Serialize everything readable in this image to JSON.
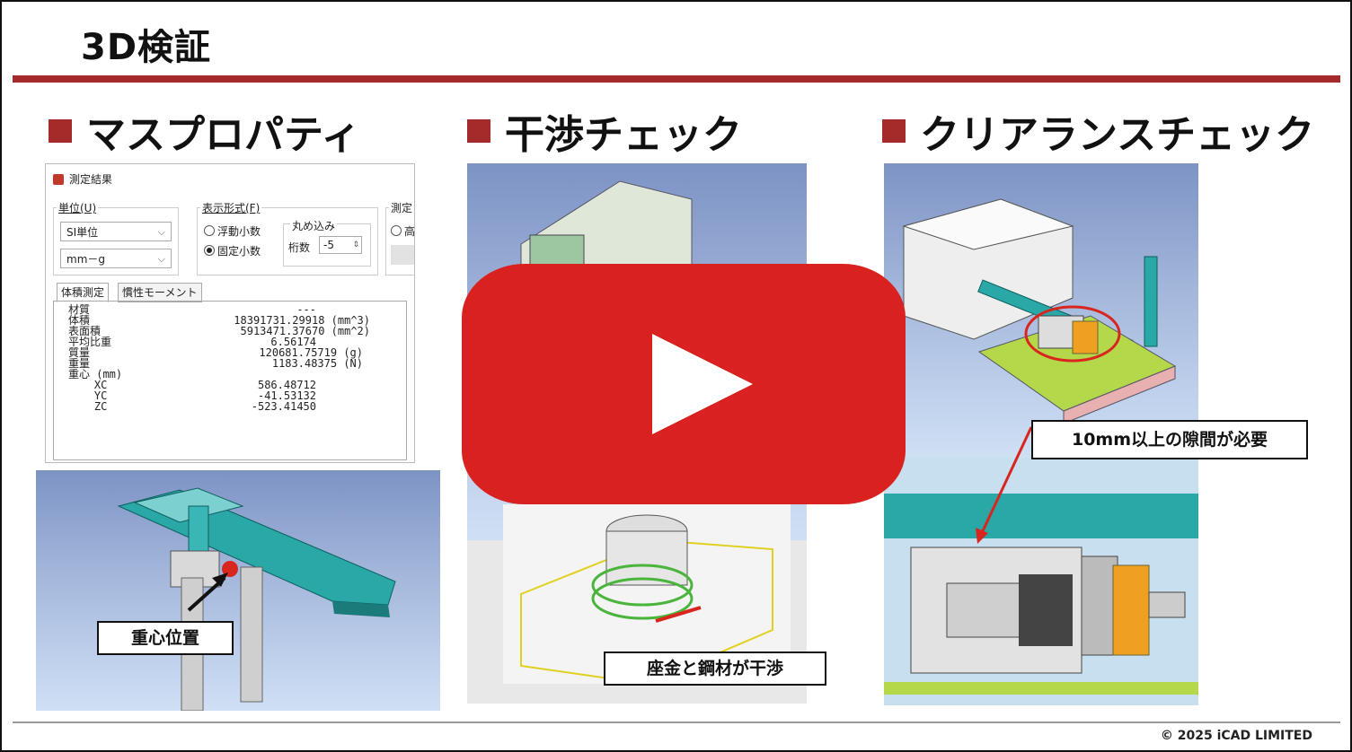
{
  "page": {
    "title": "3D検証",
    "copyright": "© 2025 iCAD LIMITED"
  },
  "sections": [
    {
      "label": "マスプロパティ"
    },
    {
      "label": "干渉チェック"
    },
    {
      "label": "クリアランスチェック"
    }
  ],
  "mass_dialog": {
    "window_title": "測定結果",
    "unit_label": "単位(U)",
    "unit_value": "SI単位",
    "unit_sub_value": "mm－g",
    "format_label": "表示形式(F)",
    "format_float": "浮動小数",
    "format_fixed": "固定小数",
    "rounding_label": "丸め込み",
    "digits_label": "桁数",
    "digits_value": "-5",
    "measure_label": "測定",
    "measure_option": "高",
    "tabs": [
      "体積測定",
      "慣性モーメント"
    ],
    "rows": [
      {
        "name": "材質",
        "value": "---"
      },
      {
        "name": "体積",
        "value": "18391731.29918 (mm^3)"
      },
      {
        "name": "表面積",
        "value": "5913471.37670 (mm^2)"
      },
      {
        "name": "平均比重",
        "value": "6.56174"
      },
      {
        "name": "質量",
        "value": "120681.75719 (g)"
      },
      {
        "name": "重量",
        "value": "1183.48375 (N)"
      },
      {
        "name": "重心 (mm)",
        "value": ""
      },
      {
        "name": "    XC",
        "value": "586.48712"
      },
      {
        "name": "    YC",
        "value": "-41.53132"
      },
      {
        "name": "    ZC",
        "value": "-523.41450"
      }
    ]
  },
  "callouts": {
    "center_of_gravity": "重心位置",
    "interference": "座金と鋼材が干渉",
    "clearance": "10mm以上の隙間が必要"
  },
  "colors": {
    "accent": "#a52a2a",
    "play_button": "#d9221f",
    "cad_teal": "#2aa7a7",
    "cad_green": "#b5d84a",
    "cad_orange": "#f0a020"
  },
  "icons": {
    "play": "play-button-icon",
    "dialog": "measure-result-icon"
  }
}
